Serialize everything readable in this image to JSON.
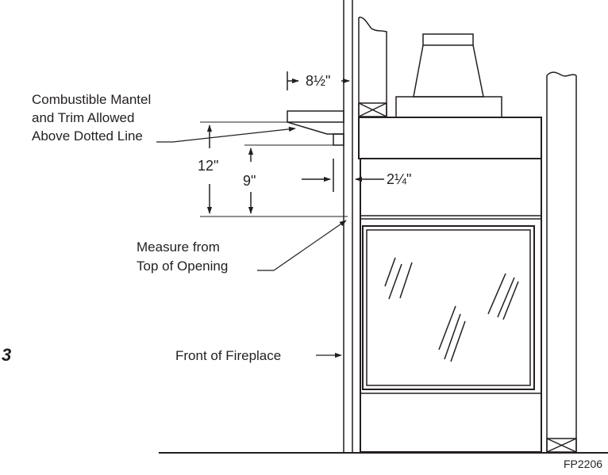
{
  "labels": {
    "combustible_line1": "Combustible Mantel",
    "combustible_line2": "and Trim Allowed",
    "combustible_line3": "Above Dotted Line",
    "measure_line1": "Measure from",
    "measure_line2": "Top of Opening",
    "front_of_fireplace": "Front of Fireplace",
    "figure_number": "3",
    "drawing_code": "FP2206"
  },
  "dimensions": {
    "mantel_depth": "8½\"",
    "height_12": "12\"",
    "height_9": "9\"",
    "offset": "2¼\""
  },
  "colors": {
    "ink": "#231f20",
    "background": "#ffffff"
  }
}
